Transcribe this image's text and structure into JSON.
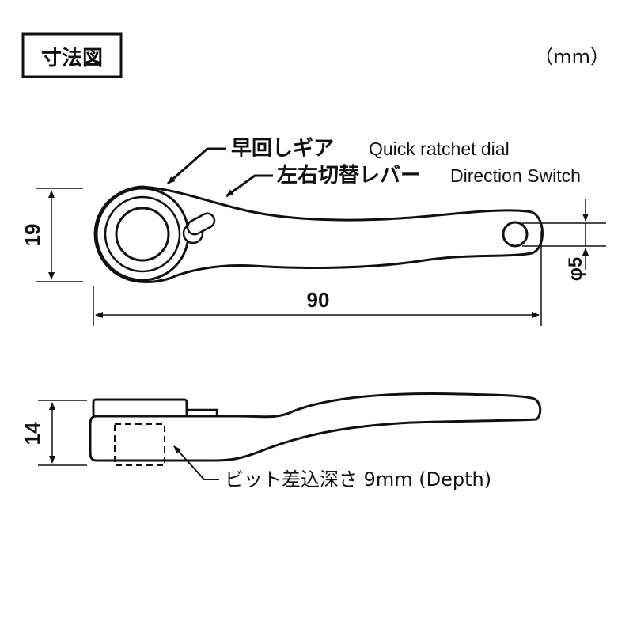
{
  "header": {
    "title": "寸法図",
    "unit": "（mm）"
  },
  "callouts": {
    "quick_dial_jp": "早回しギア",
    "quick_dial_en": "Quick ratchet dial",
    "direction_jp": "左右切替レバー",
    "direction_en": "Direction Switch",
    "depth": "ビット差込深さ 9mm (Depth)"
  },
  "dimensions": {
    "head_height": "19",
    "length": "90",
    "hole_diameter": "φ5",
    "thickness": "14"
  },
  "colors": {
    "ink": "#111111",
    "background": "#ffffff"
  }
}
